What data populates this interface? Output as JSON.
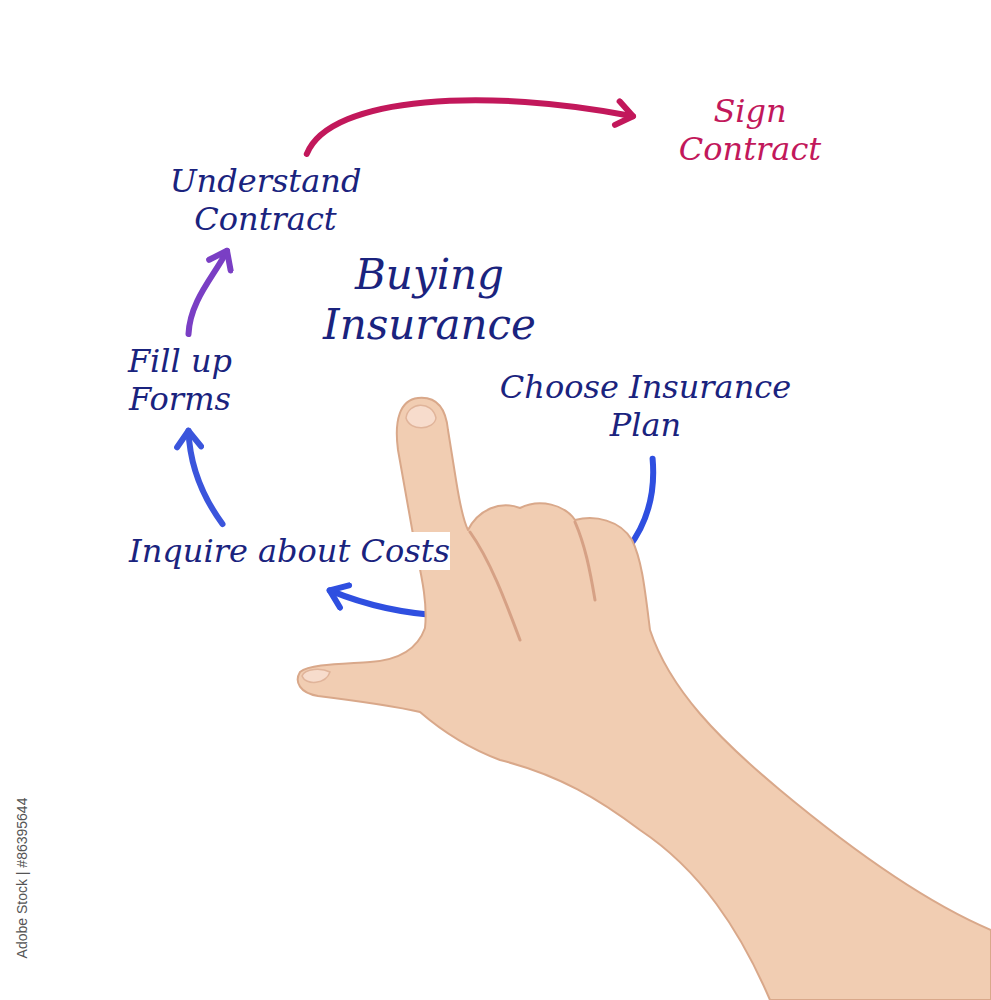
{
  "diagram": {
    "title": "Buying Insurance",
    "nodes": [
      {
        "text": [
          "Sign Contract"
        ]
      },
      {
        "text": [
          "Understand Contract"
        ]
      },
      {
        "text": [
          "Fill up Forms"
        ]
      },
      {
        "text": [
          "Choose Insurance Plan"
        ]
      },
      {
        "text": [
          "Inquire about Costs"
        ]
      }
    ],
    "edges": [
      {
        "from": 3,
        "to": 4,
        "arrow": "to"
      },
      {
        "from": 4,
        "to": 2,
        "arrow": "to"
      },
      {
        "from": 2,
        "to": 1,
        "arrow": "to"
      },
      {
        "from": 1,
        "to": 0,
        "arrow": "to"
      }
    ],
    "labels": [
      "Adobe Stock | #86395644"
    ]
  }
}
